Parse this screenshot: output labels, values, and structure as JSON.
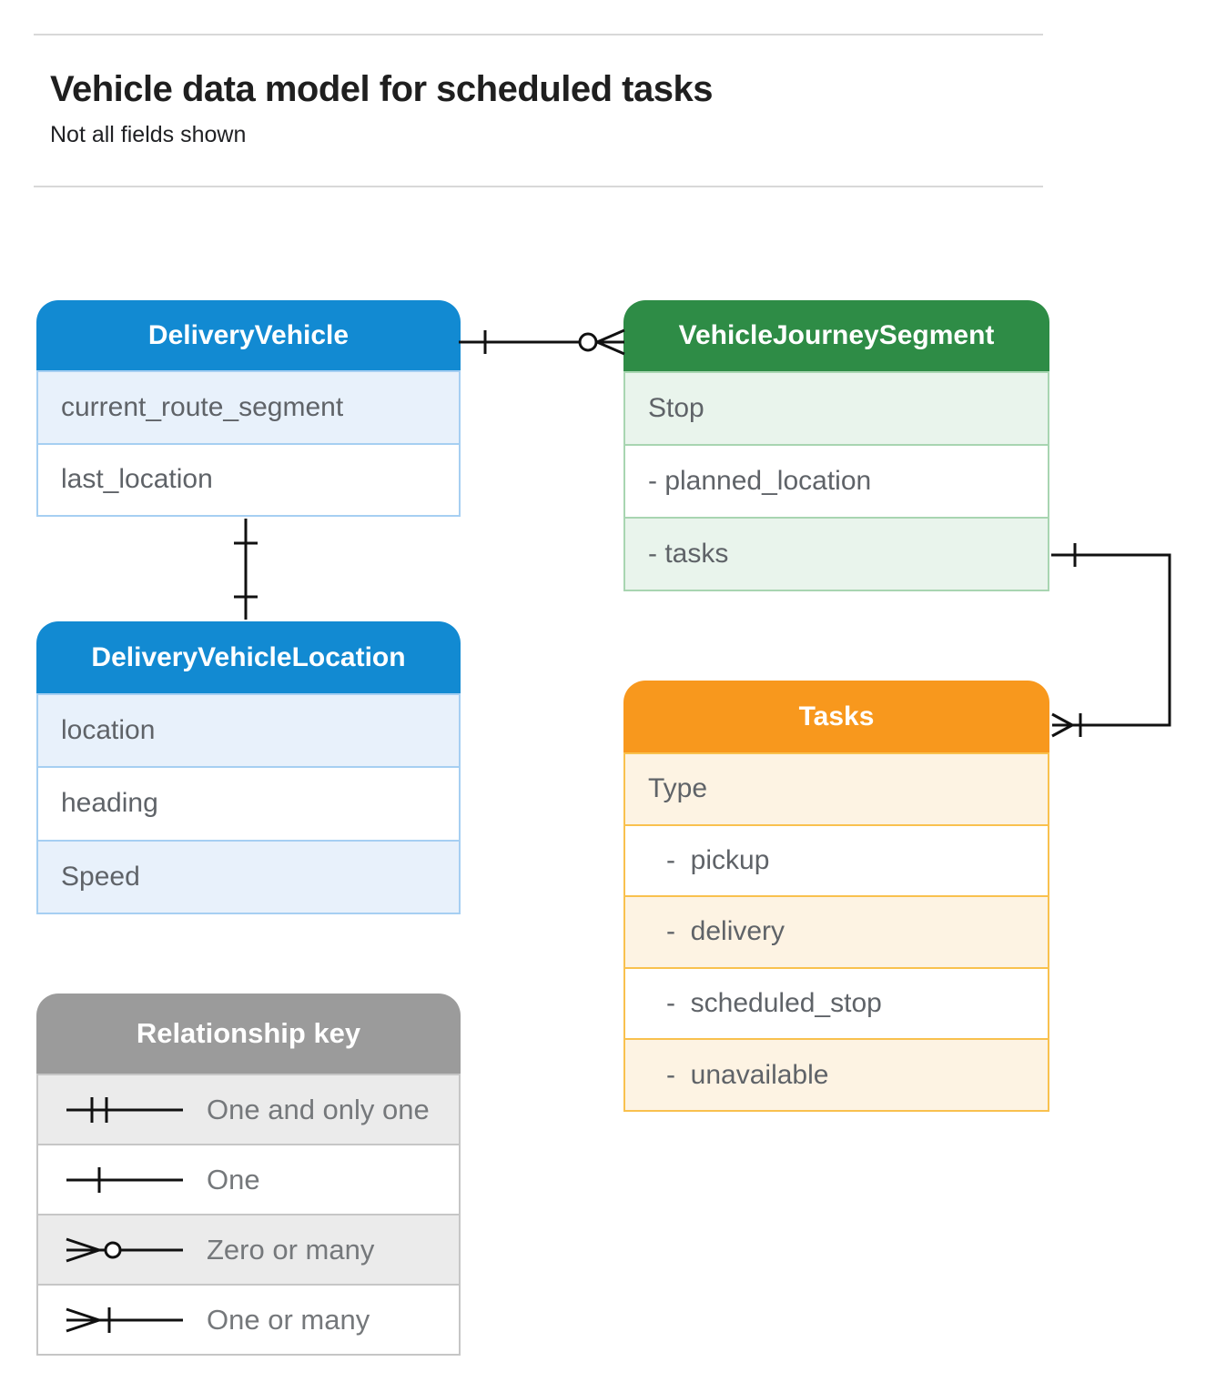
{
  "page": {
    "title": "Vehicle data model for scheduled tasks",
    "subtitle": "Not all fields shown"
  },
  "entities": {
    "delivery_vehicle": {
      "title": "DeliveryVehicle",
      "rows": [
        "current_route_segment",
        "last_location"
      ]
    },
    "vehicle_journey_segment": {
      "title": "VehicleJourneySegment",
      "rows": [
        "Stop",
        "- planned_location",
        "- tasks"
      ]
    },
    "delivery_vehicle_location": {
      "title": "DeliveryVehicleLocation",
      "rows": [
        "location",
        "heading",
        "Speed"
      ]
    },
    "tasks": {
      "title": "Tasks",
      "rows": [
        "Type",
        "-  pickup",
        "-  delivery",
        "-  scheduled_stop",
        "-  unavailable"
      ]
    }
  },
  "legend": {
    "title": "Relationship key",
    "items": [
      {
        "symbol": "one-and-only-one-symbol",
        "label": "One and only one"
      },
      {
        "symbol": "one-symbol",
        "label": "One"
      },
      {
        "symbol": "zero-or-many-symbol",
        "label": "Zero or many"
      },
      {
        "symbol": "one-or-many-symbol",
        "label": "One or many"
      }
    ]
  },
  "connectors": [
    {
      "from": "DeliveryVehicle",
      "to": "VehicleJourneySegment",
      "from_end": "one",
      "to_end": "zero-or-many"
    },
    {
      "from": "DeliveryVehicle",
      "to": "DeliveryVehicleLocation",
      "from_end": "one",
      "to_end": "one"
    },
    {
      "from": "VehicleJourneySegment.tasks",
      "to": "Tasks",
      "from_end": "one",
      "to_end": "one-or-many"
    }
  ],
  "palette": {
    "c-blue": "#128ad2",
    "c-blue-tint": "#e8f1fb",
    "c-blue-border": "#a6cff2",
    "c-green": "#2e8c46",
    "c-green-tint": "#e9f4ec",
    "c-green-border": "#a8d5b1",
    "c-orange": "#f8981d",
    "c-orange-tint": "#fdf3e3",
    "c-orange-border": "#f9c14e",
    "c-gray": "#9b9b9b",
    "c-gray-tint": "#ebebeb",
    "c-gray-border": "#c6c6c6",
    "c-row-text": "#5f6368",
    "c-legend-text": "#75787b",
    "c-line": "#111111",
    "c-rule": "#d8d8d8",
    "c-title": "#1f1f1f"
  }
}
